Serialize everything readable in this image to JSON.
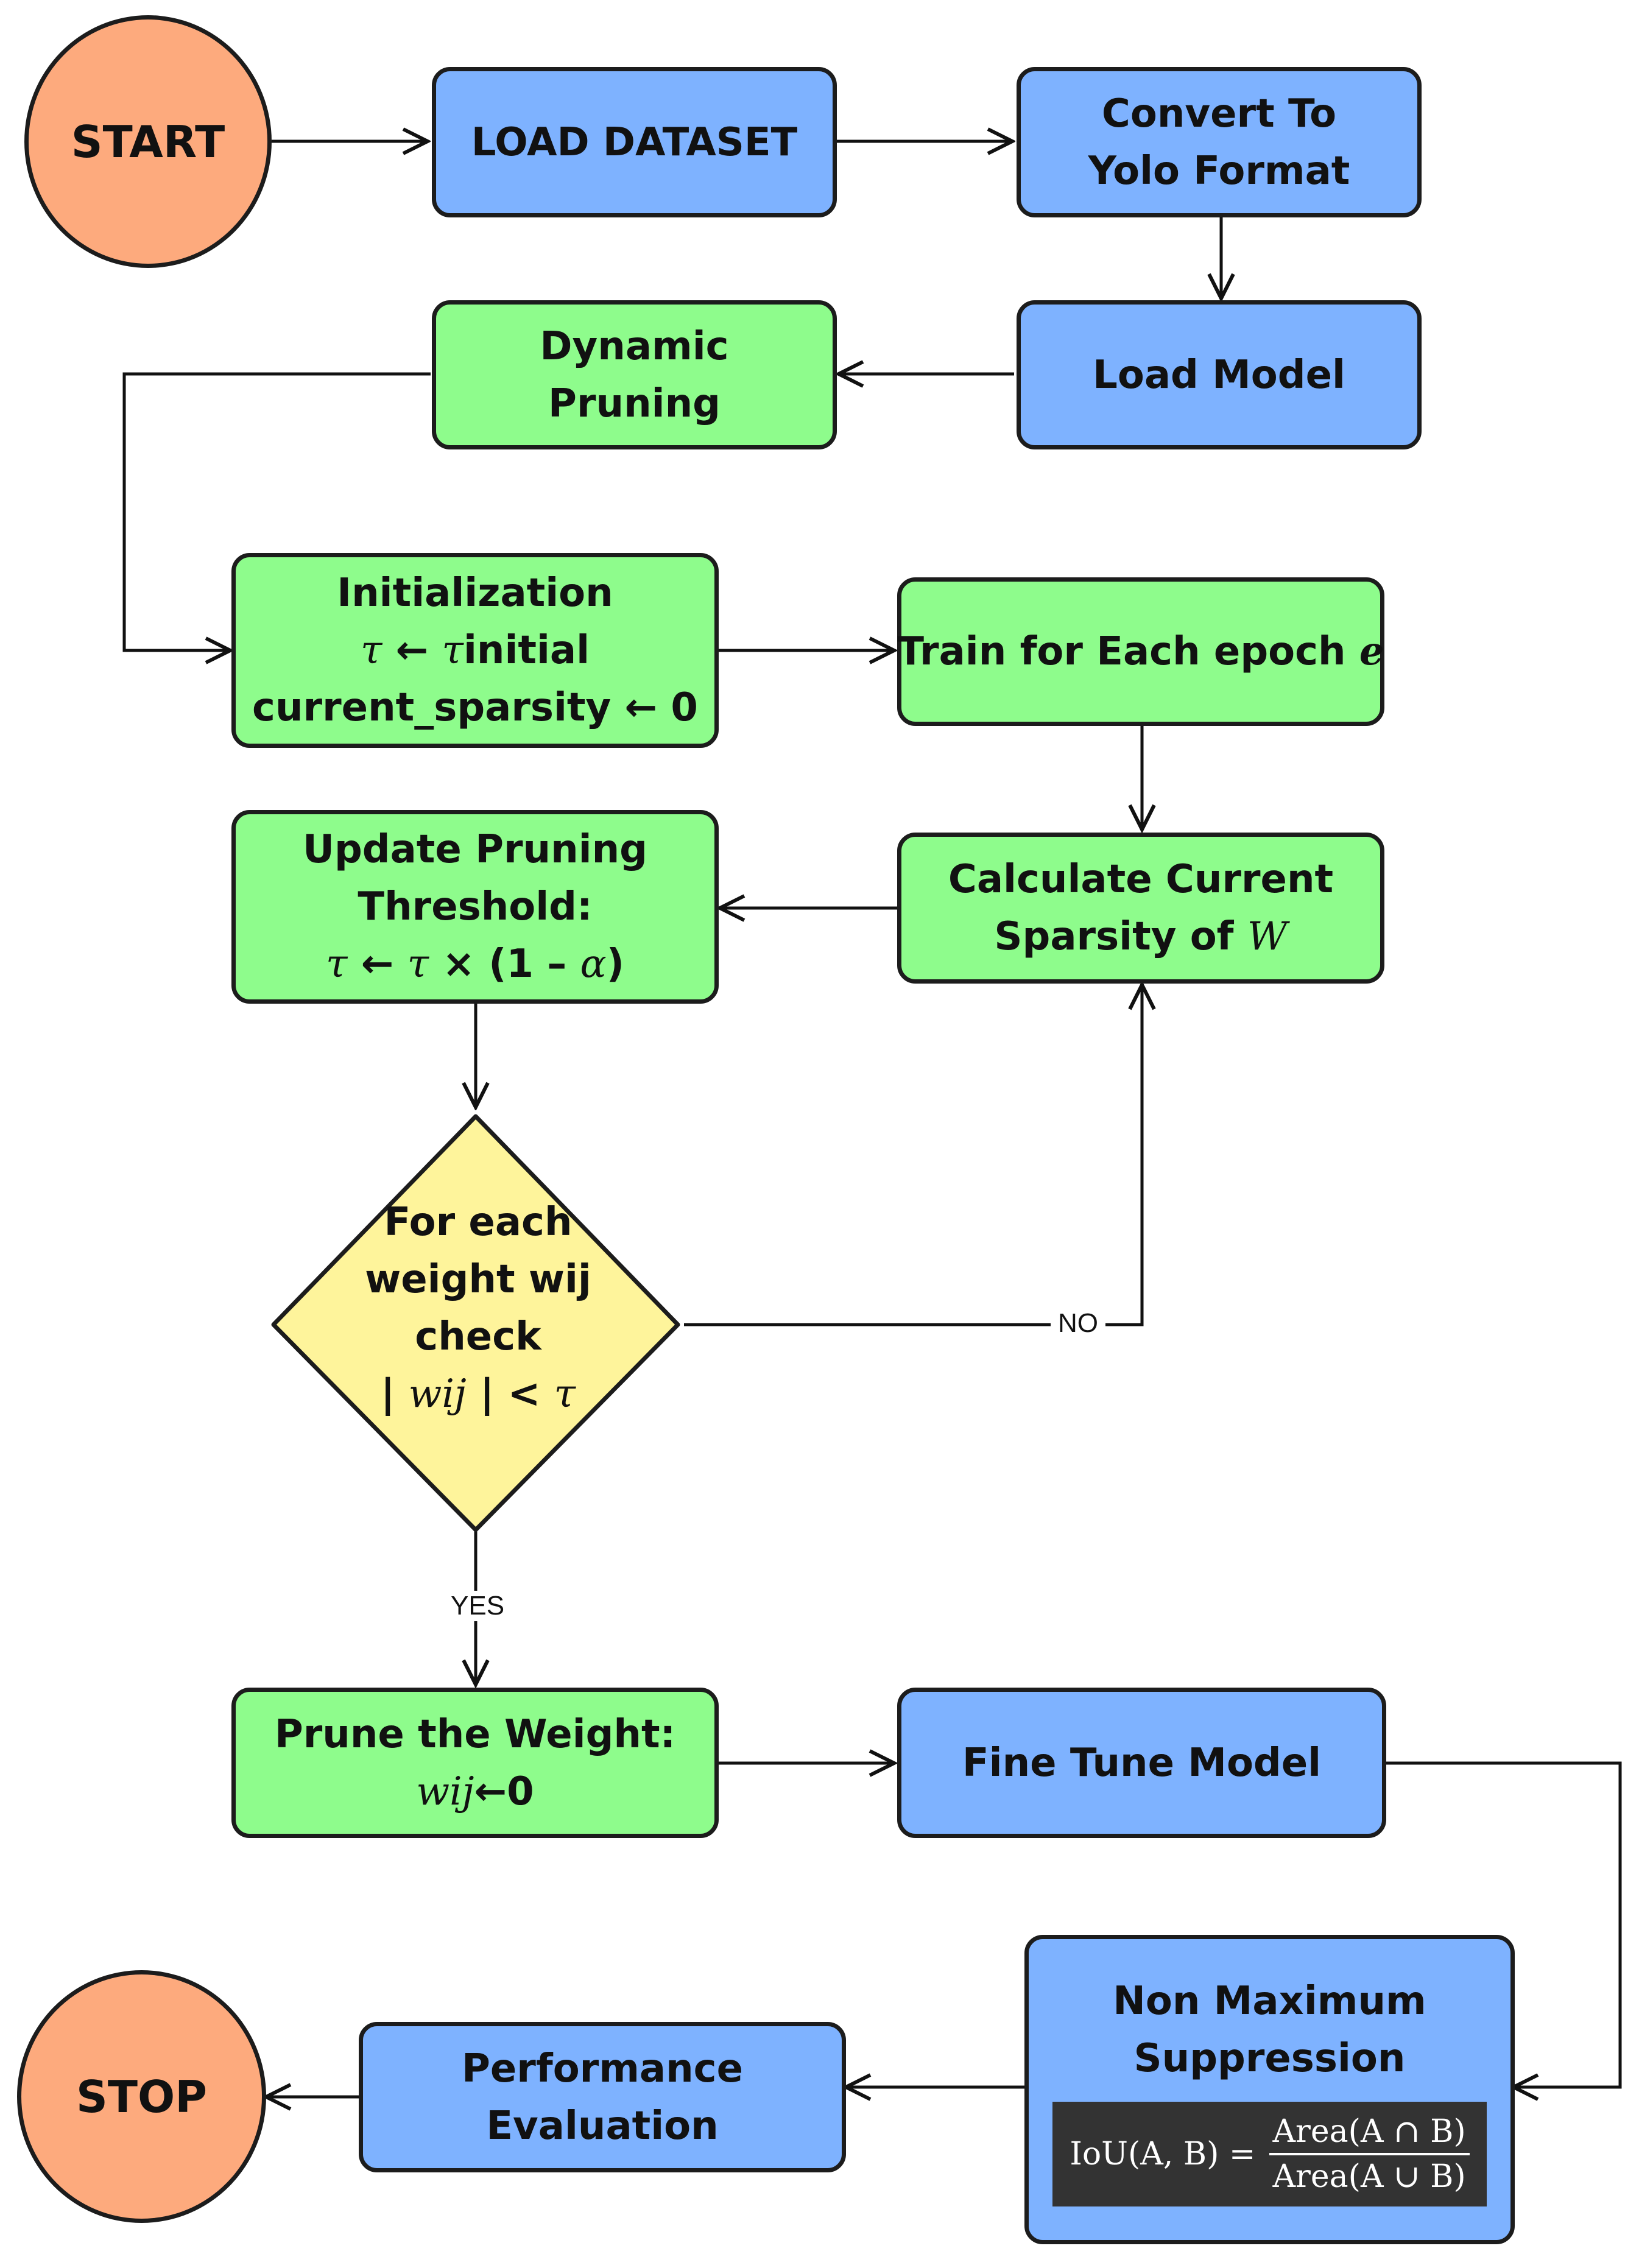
{
  "nodes": {
    "start": "START",
    "load_dataset": "LOAD DATASET",
    "convert": [
      "Convert To",
      "Yolo Format"
    ],
    "load_model": "Load Model",
    "dynamic_pruning": [
      "Dynamic",
      "Pruning"
    ],
    "initialization": {
      "title": "Initialization",
      "line2_sym": "τ",
      "line2_arrow": "←",
      "line2_sym2": "τ",
      "line2_rest": "initial",
      "line3": "current_sparsity ← 0"
    },
    "train": {
      "text": "Train for Each epoch ",
      "var": "e"
    },
    "calculate": {
      "line1": "Calculate Current",
      "line2": "Sparsity of ",
      "var": "W"
    },
    "update": {
      "line1": "Update Pruning",
      "line2": "Threshold:",
      "tau1": "τ",
      "mid": " ← ",
      "tau2": "τ",
      "times": " × (1 – ",
      "alpha": "α",
      "close": ")"
    },
    "decision": {
      "line1": "For each",
      "line2": "weight wij",
      "line3": "check",
      "bar1": "| ",
      "wij": "wij",
      "bar2": " |  < ",
      "tau": "τ"
    },
    "prune": {
      "line1": "Prune the Weight:",
      "wij": "wij",
      "rest": "←0"
    },
    "fine_tune": "Fine Tune Model",
    "nms": {
      "line1": "Non Maximum",
      "line2": "Suppression",
      "formula_lhs": "IoU(A, B) =",
      "formula_num": "Area(A ∩ B)",
      "formula_den": "Area(A ∪ B)"
    },
    "performance": [
      "Performance",
      "Evaluation"
    ],
    "stop": "STOP"
  },
  "edge_labels": {
    "no": "NO",
    "yes": "YES"
  },
  "colors": {
    "blue_box": "#7eb2ff",
    "green_box": "#8efc8c",
    "circle": "#fdaa7d",
    "decision": "#fef49b",
    "border": "#1c1c1c",
    "formula_bg": "#333333"
  }
}
